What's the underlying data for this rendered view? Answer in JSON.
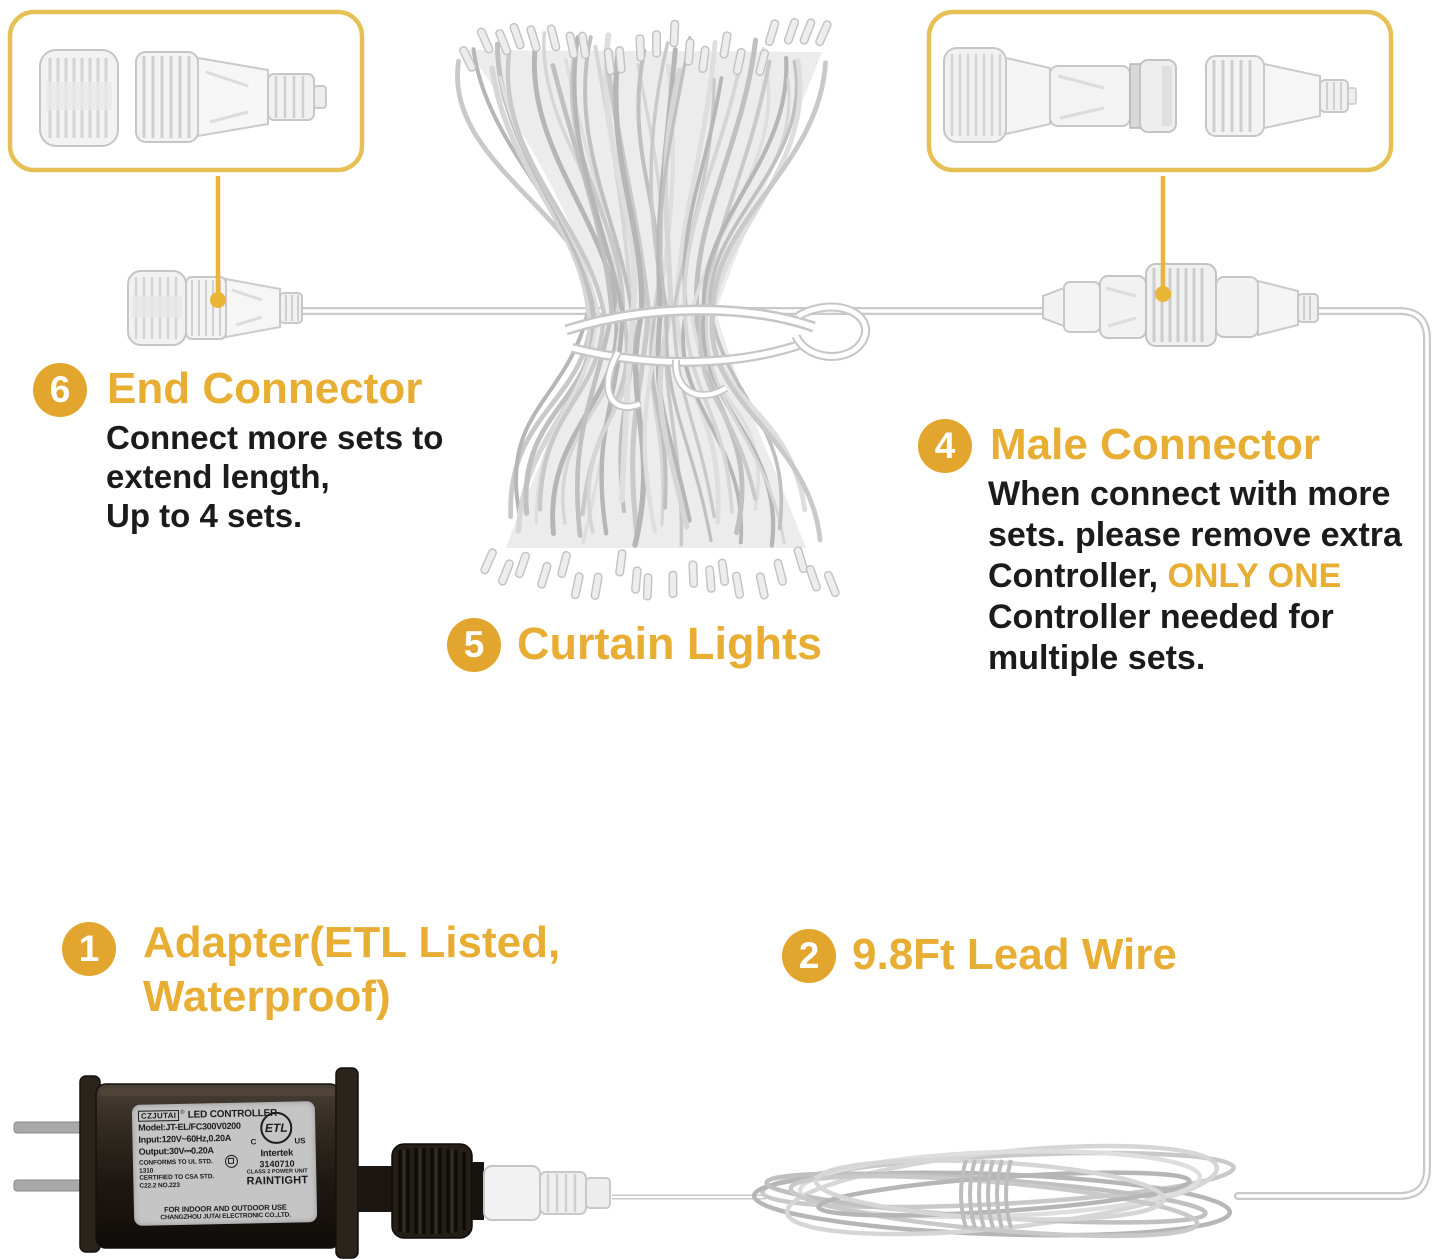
{
  "colors": {
    "accent_gold": "#E8AE33",
    "badge_gold": "#E2A62E",
    "box_border_gold": "#E5C155",
    "pointer_gold": "#E9B637",
    "text_dark": "#1B1B1B"
  },
  "callouts": {
    "end_connector": {
      "number": "6",
      "title": "End Connector",
      "desc_lines": [
        "Connect more sets to",
        "extend length,",
        "Up to 4 sets."
      ]
    },
    "male_connector": {
      "number": "4",
      "title": "Male Connector",
      "desc_line1": "When connect with more",
      "desc_line2": "sets. please remove extra",
      "desc_line3_before": "Controller, ",
      "desc_line3_highlight": "ONLY ONE",
      "desc_line4": "Controller needed for",
      "desc_line5": "multiple sets."
    },
    "curtain_lights": {
      "number": "5",
      "title": "Curtain Lights"
    },
    "adapter": {
      "number": "1",
      "title_line1": "Adapter(ETL Listed,",
      "title_line2": "Waterproof)"
    },
    "lead_wire": {
      "number": "2",
      "title": "9.8Ft Lead Wire"
    }
  },
  "adapter_label": {
    "brand": "CZJUTAI",
    "registered_mark": "®",
    "product": "LED CONTROLLER",
    "model": "Model:JT-EL/FC300V0200",
    "input": "Input:120V~60Hz,0.20A",
    "output": "Output:30V⎓0.20A",
    "conforms_line1": "CONFORMS TO UL STD.",
    "conforms_line2": "1310",
    "certified_line1": "CERTIFIED TO CSA STD.",
    "certified_line2": "C22.2 NO.223",
    "etl_c": "C",
    "etl_text": "ETL",
    "etl_us": "US",
    "intertek": "Intertek",
    "cert_number": "3140710",
    "class_text": "CLASS 2 POWER UNIT",
    "raintight": "RAINTIGHT",
    "usage": "FOR INDOOR AND OUTDOOR USE",
    "company": "CHANGZHOU JUTAI ELECTRONIC CO.,LTD."
  }
}
